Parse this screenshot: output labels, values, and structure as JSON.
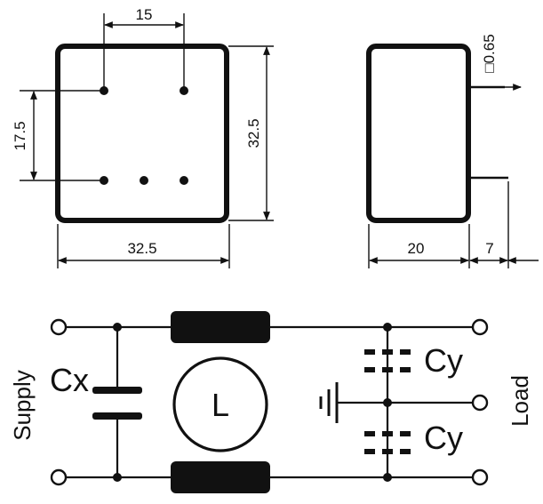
{
  "top_view": {
    "pin_spacing_label": "15",
    "row_spacing_label": "17.5",
    "width_label": "32.5",
    "height_label": "32.5"
  },
  "side_view": {
    "pin_size_label": "□0.65",
    "depth_label": "20",
    "pin_length_label": "7"
  },
  "schematic": {
    "cx_label": "Cx",
    "cy_top_label": "Cy",
    "cy_bottom_label": "Cy",
    "inductor_label": "L",
    "supply_label": "Supply",
    "load_label": "Load"
  },
  "colors": {
    "ink": "#111111",
    "paper": "#ffffff"
  }
}
